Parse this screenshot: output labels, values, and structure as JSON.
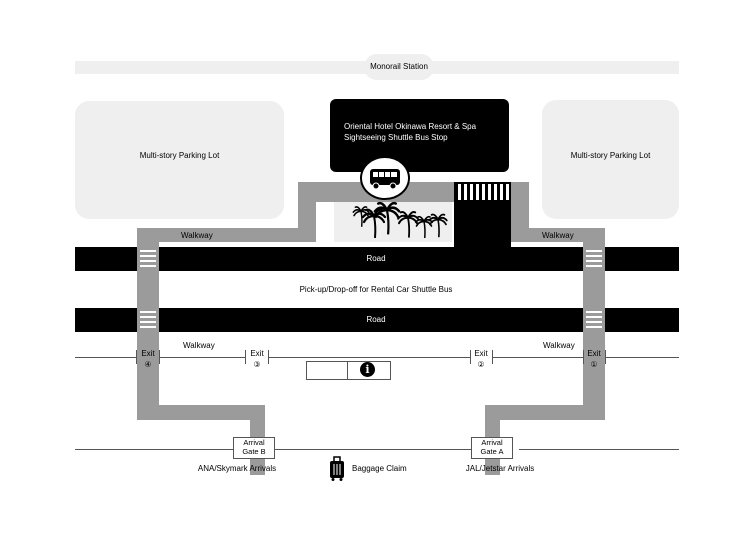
{
  "monorail": {
    "label": "Monorail Station"
  },
  "parking_left": {
    "label": "Multi-story Parking Lot"
  },
  "parking_right": {
    "label": "Multi-story Parking Lot"
  },
  "hotel": {
    "line1": "Oriental Hotel Okinawa Resort & Spa",
    "line2": "Sightseeing Shuttle Bus Stop"
  },
  "walkway_upper_left": "Walkway",
  "walkway_upper_right": "Walkway",
  "road_upper": "Road",
  "road_lower": "Road",
  "pickup": "Pick-up/Drop-off for Rental Car Shuttle Bus",
  "walkway_lower_left": "Walkway",
  "walkway_lower_right": "Walkway",
  "exits": [
    {
      "label": "Exit",
      "number": "④"
    },
    {
      "label": "Exit",
      "number": "③"
    },
    {
      "label": "Exit",
      "number": "②"
    },
    {
      "label": "Exit",
      "number": "①"
    }
  ],
  "gate_b": {
    "line1": "Arrival",
    "line2": "Gate B",
    "caption": "ANA/Skymark Arrivals"
  },
  "gate_a": {
    "line1": "Arrival",
    "line2": "Gate A",
    "caption": "JAL/Jetstar Arrivals"
  },
  "baggage": {
    "label": "Baggage Claim"
  },
  "icons": [
    "bus-icon",
    "palm-tree-icon",
    "information-icon",
    "baggage-icon"
  ],
  "colors": {
    "road": "#000000",
    "walkway": "#9b9b9b",
    "building": "#efefef"
  }
}
